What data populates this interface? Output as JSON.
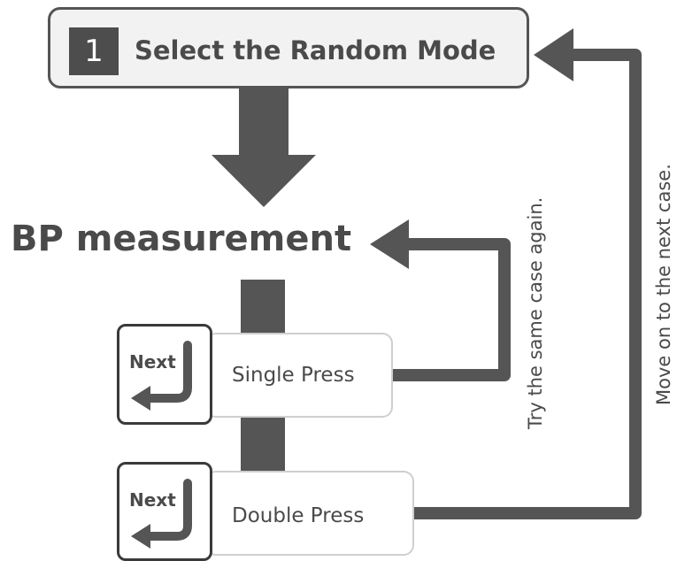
{
  "step": {
    "number": "1",
    "label": "Select the Random Mode"
  },
  "measurement": {
    "title": "BP measurement"
  },
  "single": {
    "key_label": "Next",
    "label": "Single Press"
  },
  "double": {
    "key_label": "Next",
    "label": "Double Press"
  },
  "loops": {
    "try_again": "Try the same case again.",
    "move_on": "Move on to the next case."
  },
  "colors": {
    "arrow": "#555555",
    "box_fill": "#f2f2f2",
    "text": "#4a4a4a"
  }
}
